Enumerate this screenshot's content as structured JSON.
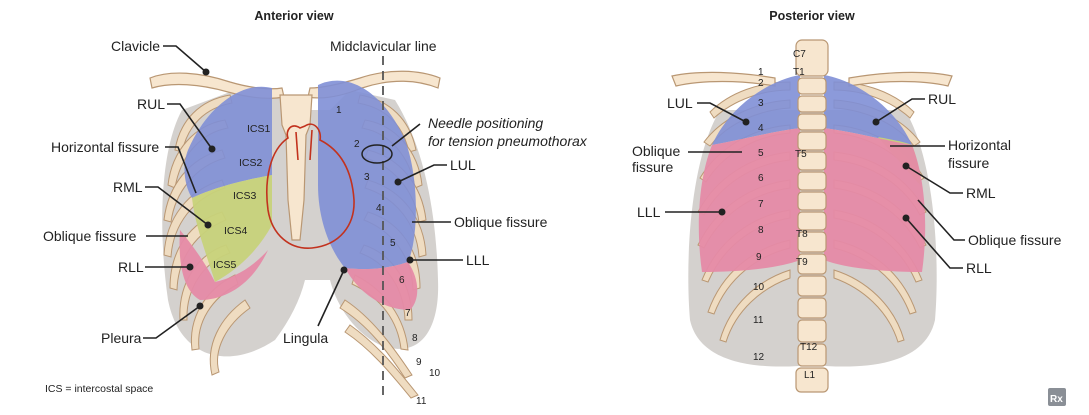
{
  "anterior": {
    "title": "Anterior view",
    "labels": {
      "clavicle": "Clavicle",
      "rul": "RUL",
      "horizontal_fissure": "Horizontal fissure",
      "rml": "RML",
      "oblique_fissure_left": "Oblique fissure",
      "rll": "RLL",
      "pleura": "Pleura",
      "lingula": "Lingula",
      "midclavicular_line": "Midclavicular line",
      "needle_line1": "Needle positioning",
      "needle_line2": "for tension pneumothorax",
      "lul": "LUL",
      "oblique_fissure_right": "Oblique fissure",
      "lll": "LLL"
    },
    "intercostal_spaces": [
      "ICS1",
      "ICS2",
      "ICS3",
      "ICS4",
      "ICS5"
    ],
    "rib_numbers": [
      "1",
      "2",
      "3",
      "4",
      "5",
      "6",
      "7",
      "8",
      "9",
      "10",
      "11"
    ],
    "footnote": "ICS = intercostal space"
  },
  "posterior": {
    "title": "Posterior view",
    "labels": {
      "lul": "LUL",
      "oblique_fissure_line1": "Oblique",
      "oblique_fissure_line2": "fissure",
      "lll": "LLL",
      "rul": "RUL",
      "horizontal_fissure_line1": "Horizontal",
      "horizontal_fissure_line2": "fissure",
      "rml": "RML",
      "oblique_fissure_right": "Oblique fissure",
      "rll": "RLL"
    },
    "vertebrae": [
      "C7",
      "T1",
      "T5",
      "T8",
      "T9",
      "T12",
      "L1"
    ],
    "rib_numbers": [
      "1",
      "2",
      "3",
      "4",
      "5",
      "6",
      "7",
      "8",
      "9",
      "10",
      "11",
      "12"
    ]
  },
  "logo": "Rx",
  "colors": {
    "upper_lobe": "#7f8fd6",
    "middle_lobe": "#c7d27a",
    "lower_lobe": "#e58aa6",
    "pleura": "#c8c5c2",
    "bone": "#f7e6cf",
    "heart_outline": "#c2321e"
  }
}
